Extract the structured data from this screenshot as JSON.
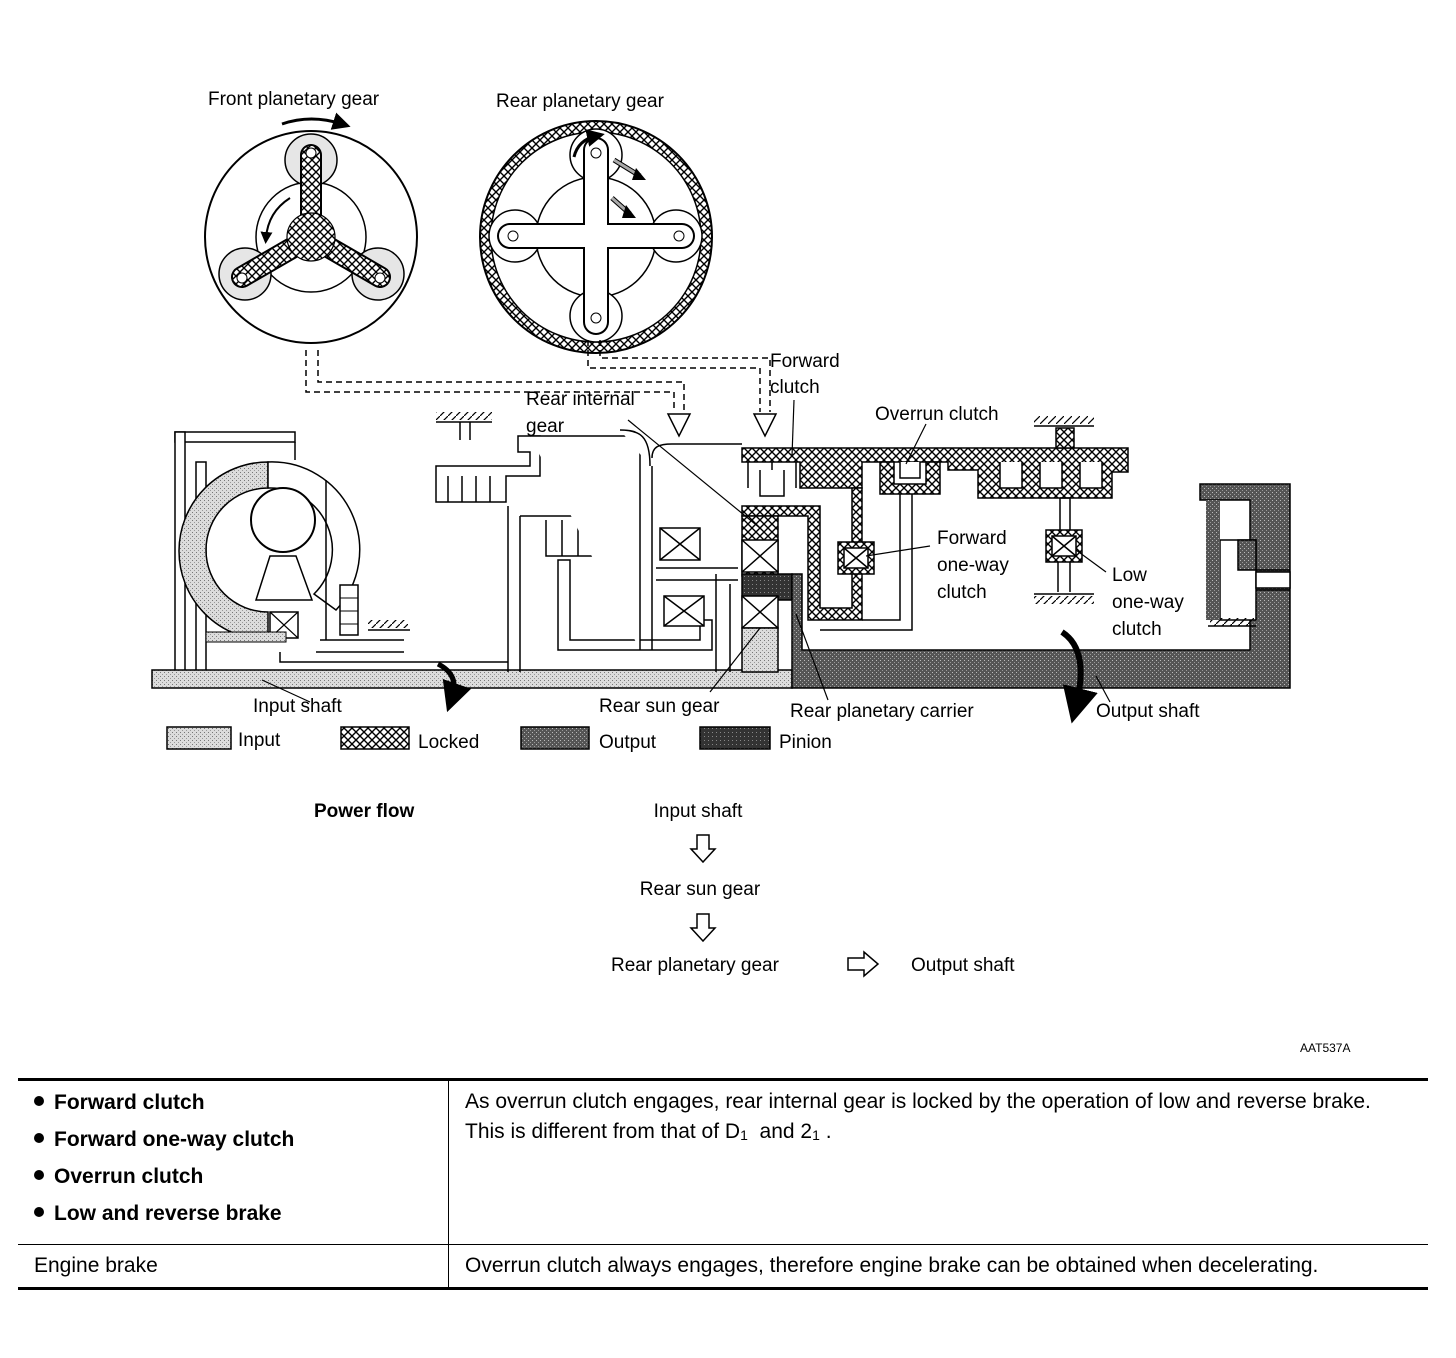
{
  "labels": {
    "front_planetary": "Front planetary gear",
    "rear_planetary": "Rear planetary gear",
    "forward_clutch": "Forward\nclutch",
    "rear_internal_gear": "Rear internal\ngear",
    "overrun_clutch": "Overrun clutch",
    "forward_one_way_clutch": "Forward\none-way\nclutch",
    "low_one_way_clutch": "Low\none-way\nclutch",
    "input_shaft": "Input shaft",
    "rear_sun_gear": "Rear sun gear",
    "rear_planetary_carrier": "Rear planetary carrier",
    "output_shaft": "Output shaft",
    "figure_code": "AAT537A"
  },
  "legend": {
    "input": "Input",
    "locked": "Locked",
    "output": "Output",
    "pinion": "Pinion"
  },
  "power_flow": {
    "title": "Power flow",
    "steps": [
      "Input shaft",
      "Rear sun gear",
      "Rear planetary gear"
    ],
    "final": "Output shaft"
  },
  "table": {
    "engaged_items": [
      "Forward clutch",
      "Forward one-way clutch",
      "Overrun clutch",
      "Low and reverse brake"
    ],
    "desc_line1": "As overrun clutch engages, rear internal gear is locked by the operation of low and reverse brake.",
    "desc_line2_a": "This is different from that of D",
    "desc_sub1": "1",
    "desc_line2_b": "  and 2",
    "desc_sub2": "1",
    "desc_line2_c": " .",
    "engine_brake_label": "Engine brake",
    "engine_brake_desc": "Overrun clutch always engages, therefore engine brake can be obtained when decelerating."
  }
}
